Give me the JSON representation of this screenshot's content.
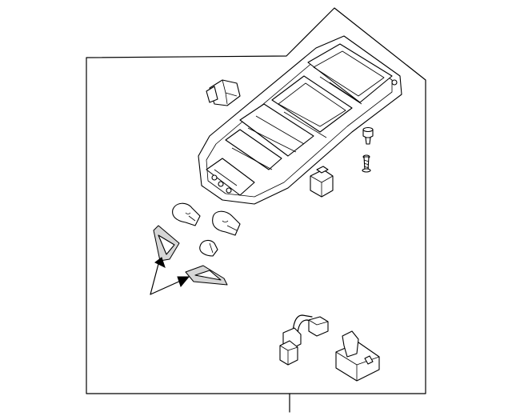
{
  "diagram": {
    "parts": [
      {
        "name": "overhead-console"
      },
      {
        "name": "clip"
      },
      {
        "name": "nut"
      },
      {
        "name": "screw"
      },
      {
        "name": "switch"
      },
      {
        "name": "bulb"
      },
      {
        "name": "bulb"
      },
      {
        "name": "bulb"
      },
      {
        "name": "lens"
      },
      {
        "name": "lens"
      },
      {
        "name": "wire-harness"
      },
      {
        "name": "lamp-socket"
      }
    ],
    "labels": []
  }
}
